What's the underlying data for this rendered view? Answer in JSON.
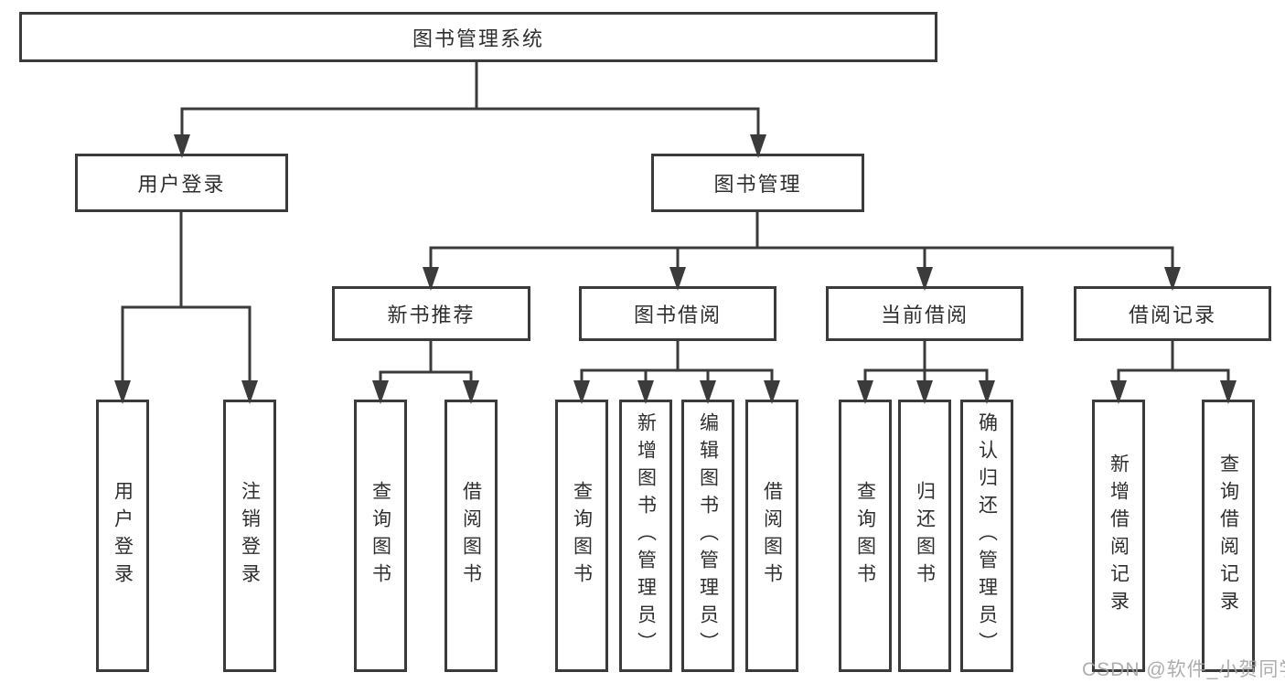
{
  "colors": {
    "line": "#3b3b3b",
    "box_border": "#3b3b3b",
    "box_background": "#ffffff",
    "text": "#2f2f2f",
    "watermark_text": "#a3a3a3"
  },
  "watermark": "CSDN @软件_小贺同学",
  "tree": {
    "root": {
      "label": "图书管理系统",
      "children": [
        {
          "label": "用户登录",
          "children": [
            {
              "label": "用户登录"
            },
            {
              "label": "注销登录"
            }
          ]
        },
        {
          "label": "图书管理",
          "children": [
            {
              "label": "新书推荐",
              "children": [
                {
                  "label": "查询图书"
                },
                {
                  "label": "借阅图书"
                }
              ]
            },
            {
              "label": "图书借阅",
              "children": [
                {
                  "label": "查询图书"
                },
                {
                  "label": "新增图书（管理员）"
                },
                {
                  "label": "编辑图书（管理员）"
                },
                {
                  "label": "借阅图书"
                }
              ]
            },
            {
              "label": "当前借阅",
              "children": [
                {
                  "label": "查询图书"
                },
                {
                  "label": "归还图书"
                },
                {
                  "label": "确认归还（管理员）"
                }
              ]
            },
            {
              "label": "借阅记录",
              "children": [
                {
                  "label": "新增借阅记录"
                },
                {
                  "label": "查询借阅记录"
                }
              ]
            }
          ]
        }
      ]
    }
  }
}
